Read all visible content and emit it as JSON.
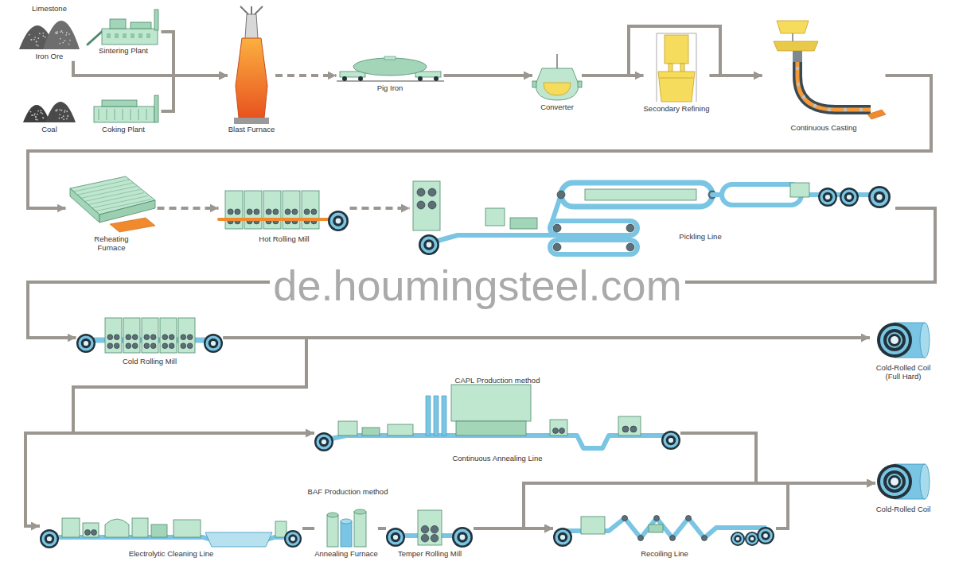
{
  "diagram": {
    "nodes": [
      {
        "text": [
          "Limestone",
          "Iron Ore"
        ]
      },
      {
        "text": [
          "Sintering Plant"
        ]
      },
      {
        "text": [
          "Coal"
        ]
      },
      {
        "text": [
          "Coking Plant"
        ]
      },
      {
        "text": [
          "Blast Furnace"
        ]
      },
      {
        "text": [
          "Pig Iron"
        ]
      },
      {
        "text": [
          "Converter"
        ]
      },
      {
        "text": [
          "Secondary Refining"
        ]
      },
      {
        "text": [
          "Continuous Casting"
        ]
      },
      {
        "text": [
          "Reheating Furnace"
        ]
      },
      {
        "text": [
          "Hot Rolling Mill"
        ]
      },
      {
        "text": [
          "Pickling Line"
        ]
      },
      {
        "text": [
          "Cold Rolling Mill"
        ]
      },
      {
        "text": [
          "Cold-Rolled Coil (Full Hard)"
        ]
      },
      {
        "text": [
          "CAPL Production method",
          "Continuous Annealing Line"
        ]
      },
      {
        "text": [
          "Cold-Rolled Coil"
        ]
      },
      {
        "text": [
          "Electrolytic Cleaning Line"
        ]
      },
      {
        "text": [
          "Annealing Furnace"
        ]
      },
      {
        "text": [
          "Temper Rolling Mill"
        ]
      },
      {
        "text": [
          "Recoiling Line"
        ]
      }
    ],
    "edges": [
      {
        "from": 0,
        "to": 4,
        "arrow": "to"
      },
      {
        "from": 1,
        "to": 4,
        "arrow": "to"
      },
      {
        "from": 3,
        "to": 4,
        "arrow": "to"
      },
      {
        "from": 4,
        "to": 5,
        "arrow": "to"
      },
      {
        "from": 5,
        "to": 6,
        "arrow": "to"
      },
      {
        "from": 6,
        "to": 7,
        "arrow": "to"
      },
      {
        "from": 6,
        "to": 8,
        "arrow": "to"
      },
      {
        "from": 7,
        "to": 8,
        "arrow": "to"
      },
      {
        "from": 8,
        "to": 9,
        "arrow": "to"
      },
      {
        "from": 9,
        "to": 10,
        "arrow": "to"
      },
      {
        "from": 10,
        "to": 11,
        "arrow": "to"
      },
      {
        "from": 11,
        "to": 12,
        "arrow": "to"
      },
      {
        "from": 12,
        "to": 13,
        "arrow": "to"
      },
      {
        "from": 12,
        "to": 14,
        "arrow": "to"
      },
      {
        "from": 12,
        "to": 16,
        "arrow": "to"
      },
      {
        "from": 14,
        "to": 15,
        "arrow": "to"
      },
      {
        "from": 14,
        "to": 19,
        "arrow": "to"
      },
      {
        "from": 16,
        "to": 17,
        "arrow": "none"
      },
      {
        "from": 17,
        "to": 18,
        "arrow": "none"
      },
      {
        "from": 18,
        "to": 19,
        "arrow": "to"
      },
      {
        "from": 19,
        "to": 15,
        "arrow": "to"
      }
    ],
    "labels": [
      "BAF Production method",
      "de.houmingsteel.com"
    ]
  }
}
